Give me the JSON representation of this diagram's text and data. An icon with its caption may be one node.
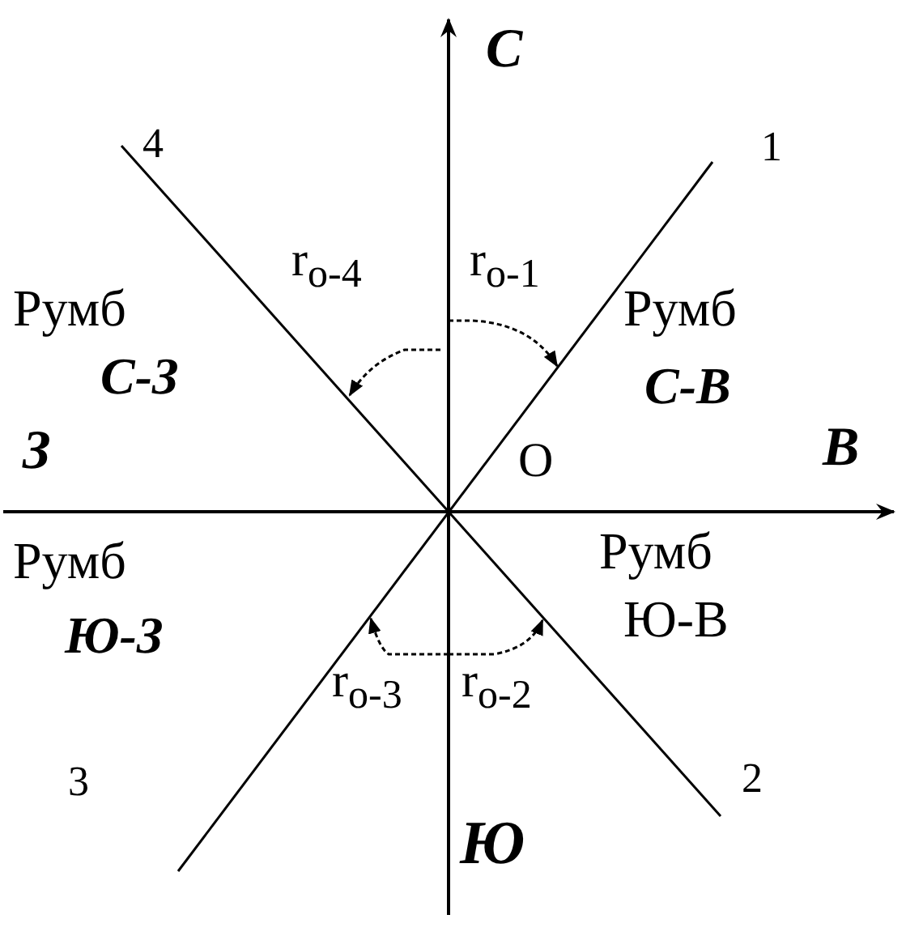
{
  "diagram": {
    "labels": [
      "С",
      "4",
      "1",
      "r$_{о-4}$",
      "r$_{о-1}$",
      "Румб",
      "Румб",
      "С-З",
      "С-В",
      "З",
      "О",
      "В",
      "Румб",
      "Румб",
      "Ю-З",
      "Ю-В",
      "r$_{о-3}$",
      "r$_{о-2}$",
      "3",
      "2",
      "Ю"
    ]
  }
}
